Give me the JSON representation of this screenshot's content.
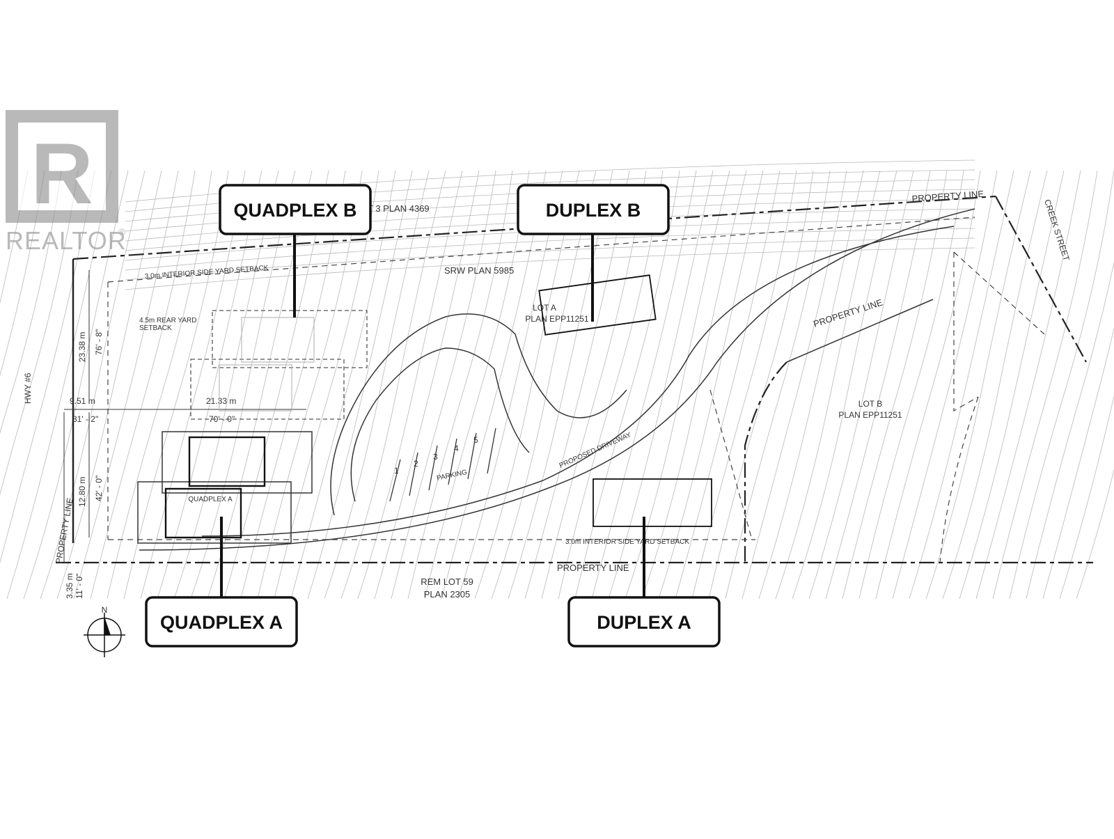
{
  "watermark": {
    "brand": "REALTOR",
    "reg_mark": "®",
    "logo_letter": "R"
  },
  "callouts": {
    "quadplex_b": "QUADPLEX B",
    "duplex_b": "DUPLEX B",
    "quadplex_a": "QUADPLEX A",
    "duplex_a": "DUPLEX A"
  },
  "plan_labels": {
    "lot3_plan": "T 3 PLAN 4369",
    "property_line": "PROPERTY LINE",
    "creek_street": "CREEK STREET",
    "srw_plan": "SRW PLAN 5985",
    "interior_setback_top": "3.0m INTERIOR SIDE YARD SETBACK",
    "rear_setback_line1": "4.5m REAR YARD",
    "rear_setback_line2": "SETBACK",
    "lot_a_line1": "LOT A",
    "lot_a_line2": "PLAN EPP11251",
    "lot_b_line1": "LOT B",
    "lot_b_line2": "PLAN EPP11251",
    "hwy": "HWY #6",
    "proposed_driveway": "PROPOSED DRIVEWAY",
    "parking": "PARKING",
    "quadplex_a_small": "QUADPLEX A",
    "interior_setback_bottom": "3.0m INTERIOR SIDE YARD SETBACK",
    "rem_lot_line1": "REM LOT 59",
    "rem_lot_line2": "PLAN 2305",
    "north": "N",
    "stalls": [
      "1",
      "2",
      "3",
      "4",
      "5"
    ]
  },
  "dimensions": {
    "d_23_38": "23.38 m",
    "d_76_8": "76' - 8\"",
    "d_9_51": "9.51 m",
    "d_31_2": "31' - 2\"",
    "d_21_33": "21.33 m",
    "d_70_0": "70' - 0\"",
    "d_12_80": "12.80 m",
    "d_42_0": "42' - 0\"",
    "d_3_35": "3.35 m",
    "d_11_0": "11' - 0\""
  }
}
